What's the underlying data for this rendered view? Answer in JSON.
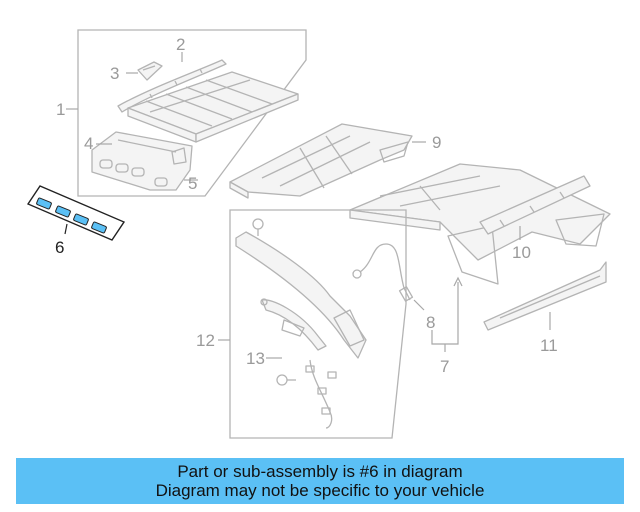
{
  "callouts": {
    "c1": "1",
    "c2": "2",
    "c3": "3",
    "c4": "4",
    "c5": "5",
    "c6": "6",
    "c7": "7",
    "c8": "8",
    "c9": "9",
    "c10": "10",
    "c11": "11",
    "c12": "12",
    "c13": "13"
  },
  "highlight_color": "#5bc0f5",
  "banner": {
    "line1": "Part or sub-assembly is #6 in diagram",
    "line2": "Diagram may not be specific to your vehicle"
  }
}
